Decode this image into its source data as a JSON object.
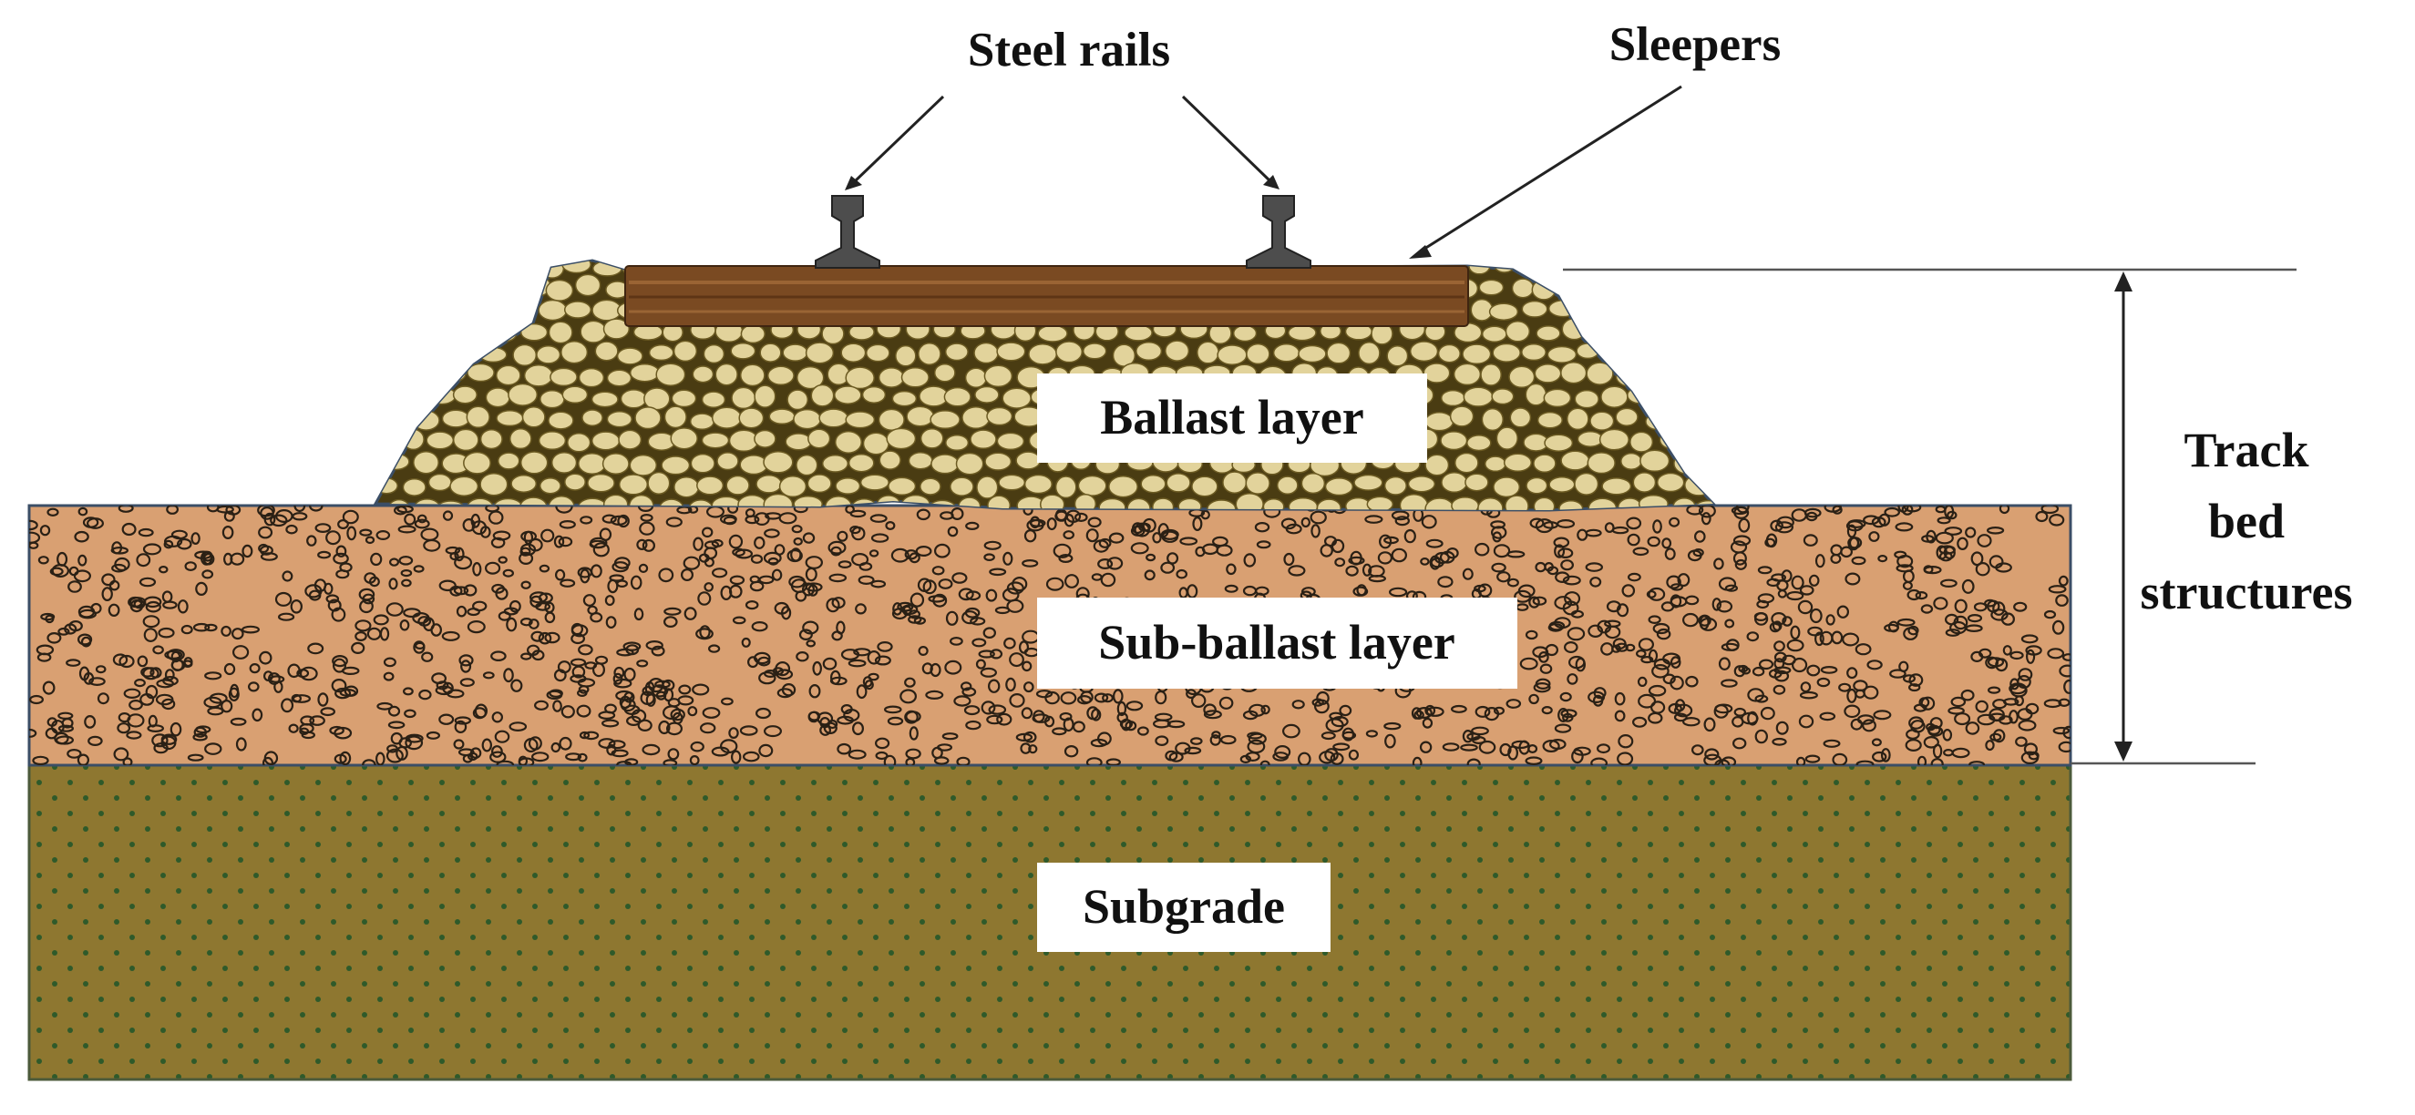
{
  "labels": {
    "steel_rails": "Steel rails",
    "sleepers": "Sleepers",
    "ballast_layer": "Ballast layer",
    "sub_ballast_layer": "Sub-ballast layer",
    "subgrade": "Subgrade",
    "track_bed_line1": "Track",
    "track_bed_line2": "bed",
    "track_bed_line3": "structures"
  },
  "colors": {
    "ballast_fill": "#e2d39b",
    "ballast_outline": "#4a3c12",
    "sub_ballast_fill": "#d9a072",
    "sub_ballast_speckle": "#2a2015",
    "subgrade_fill": "#8e7730",
    "subgrade_dots": "#2f5a2a",
    "sleeper": "#7a4a22",
    "rail": "#4d4d4d",
    "leader_line": "#222222",
    "label_box": "#ffffff"
  }
}
